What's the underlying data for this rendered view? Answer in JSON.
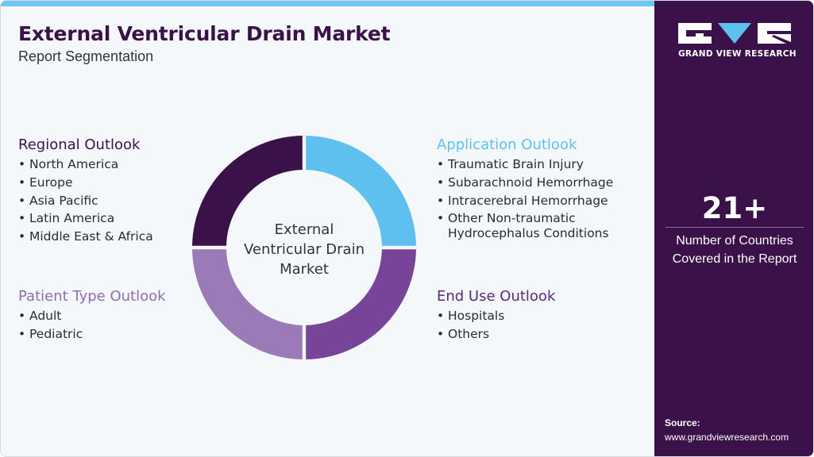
{
  "header": {
    "title": "External Ventricular Drain Market",
    "subtitle": "Report Segmentation"
  },
  "colors": {
    "dark_purple": "#3a1148",
    "light_blue": "#5ec0ef",
    "medium_purple": "#77449a",
    "lavender": "#9b7ab8"
  },
  "segments": {
    "regional": {
      "heading": "Regional Outlook",
      "items": [
        "North America",
        "Europe",
        "Asia Pacific",
        "Latin America",
        "Middle East & Africa"
      ]
    },
    "patient": {
      "heading": "Patient Type Outlook",
      "items": [
        "Adult",
        "Pediatric"
      ]
    },
    "application": {
      "heading": "Application Outlook",
      "items": [
        "Traumatic Brain Injury",
        "Subarachnoid Hemorrhage",
        "Intracerebral Hemorrhage",
        "Other Non-traumatic",
        "Hydrocephalus Conditions"
      ]
    },
    "enduse": {
      "heading": "End Use Outlook",
      "items": [
        "Hospitals",
        "Others"
      ]
    }
  },
  "donut": {
    "center_lines": [
      "External",
      "Ventricular Drain",
      "Market"
    ]
  },
  "brand": {
    "name": "GRAND VIEW RESEARCH"
  },
  "stat": {
    "value": "21+",
    "label_lines": [
      "Number of Countries",
      "Covered in the Report"
    ]
  },
  "source": {
    "label": "Source:",
    "url": "www.grandviewresearch.com"
  }
}
